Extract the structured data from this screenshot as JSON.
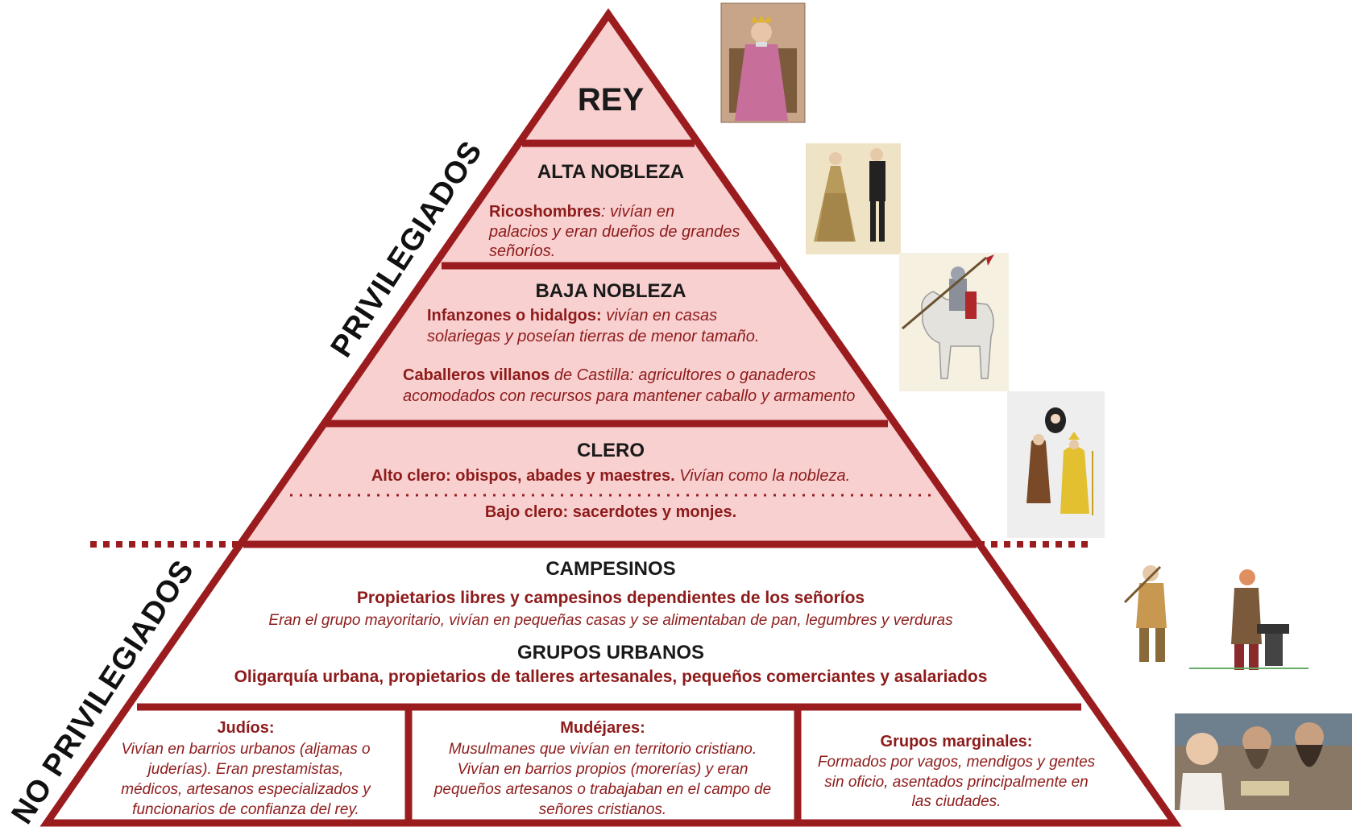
{
  "side_labels": {
    "privileged": "PRIVILEGIADOS",
    "non_privileged": "NO PRIVILEGIADOS"
  },
  "rey": {
    "title": "REY"
  },
  "alta_nobleza": {
    "title": "ALTA NOBLEZA",
    "term": "Ricoshombres",
    "lines": [
      ": vivían en",
      "palacios y eran dueños de grandes",
      "señoríos."
    ]
  },
  "baja_nobleza": {
    "title": "BAJA NOBLEZA",
    "infanzones_term": "Infanzones o hidalgos:",
    "infanzones_lines": [
      " vivían en casas",
      "solariegas y poseían tierras de menor tamaño."
    ],
    "caballeros_term": "Caballeros villanos",
    "caballeros_lines": [
      " de Castilla: agricultores o ganaderos",
      "acomodados con recursos para mantener caballo y armamento"
    ]
  },
  "clero": {
    "title": "CLERO",
    "alto_term": "Alto clero: obispos, abades y maestres.",
    "alto_text": " Vivían como la nobleza.",
    "bajo": "Bajo clero: sacerdotes y monjes."
  },
  "campesinos": {
    "title": "CAMPESINOS",
    "subtitle": "Propietarios libres y campesinos dependientes de los señoríos",
    "text": "Eran el grupo mayoritario, vivían en pequeñas casas y se alimentaban de pan, legumbres y verduras"
  },
  "grupos_urbanos": {
    "title": "GRUPOS URBANOS",
    "text": "Oligarquía urbana, propietarios de talleres artesanales, pequeños comerciantes y asalariados"
  },
  "judios": {
    "title": "Judíos:",
    "lines": [
      "Vivían en barrios urbanos (aljamas o",
      "juderías). Eran prestamistas,",
      "médicos, artesanos especializados y",
      "funcionarios de confianza del rey."
    ]
  },
  "mudejares": {
    "title": "Mudéjares:",
    "lines": [
      "Musulmanes que vivían en territorio cristiano.",
      "Vivían en barrios propios (morerías) y eran",
      "pequeños artesanos o trabajaban en el campo de",
      "señores cristianos."
    ]
  },
  "marginales": {
    "title": "Grupos marginales:",
    "lines": [
      "Formados por vagos, mendigos y gentes",
      "sin oficio, asentados principalmente en",
      "las ciudades."
    ]
  },
  "colors": {
    "dark_red": "#9b1c1f",
    "light_red_fill": "#f8d0d0",
    "text_red": "#8e1b1b"
  },
  "images": [
    "king-portrait",
    "nobles-couple",
    "knight-on-horse",
    "clergy-figures",
    "peasant-and-blacksmith",
    "jewish-group"
  ]
}
